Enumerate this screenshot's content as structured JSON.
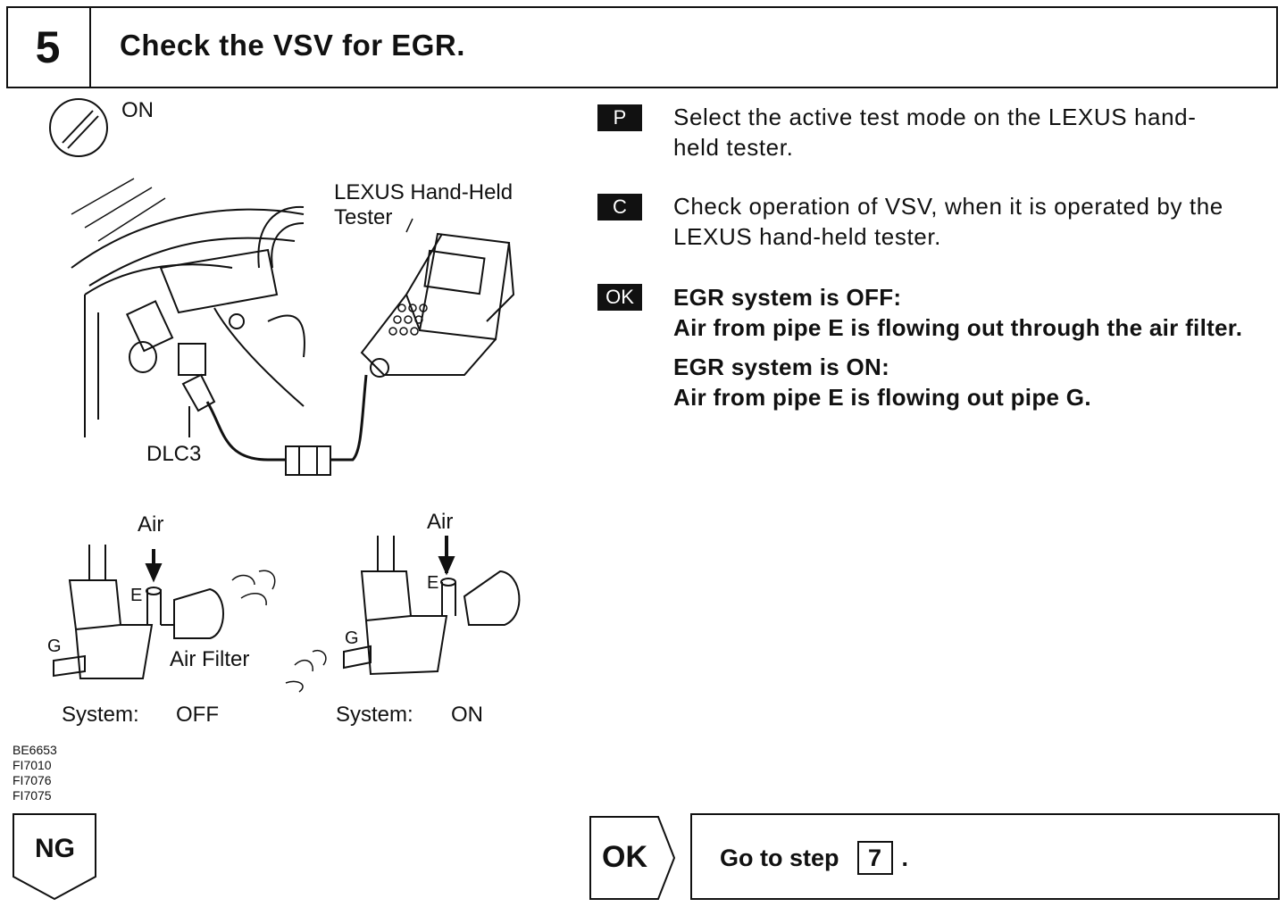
{
  "header": {
    "step_number": "5",
    "title": "Check the VSV for EGR."
  },
  "figure": {
    "ignition_label": "ON",
    "tester_label_line1": "LEXUS Hand-Held",
    "tester_label_line2": "Tester",
    "dlc_label": "DLC3",
    "air_label_left": "Air",
    "air_label_right": "Air",
    "port_e_left": "E",
    "port_e_right": "E",
    "port_g_left": "G",
    "port_g_right": "G",
    "air_filter_label": "Air Filter",
    "system_off_label": "System:",
    "system_off_value": "OFF",
    "system_on_label": "System:",
    "system_on_value": "ON"
  },
  "figure_codes": [
    "BE6653",
    "FI7010",
    "FI7076",
    "FI7075"
  ],
  "instructions": {
    "p_tag": "P",
    "p_line1": "Select the active test mode on the LEXUS hand-",
    "p_line2": "held tester.",
    "c_tag": "C",
    "c_line1": "Check operation of VSV, when it is operated by the",
    "c_line2": "LEXUS hand-held tester.",
    "ok_tag": "OK",
    "ok_line1": "EGR system is OFF:",
    "ok_line2": "Air from pipe E is flowing out through the air filter.",
    "ok_line3": "EGR system is ON:",
    "ok_line4": "Air from pipe E is flowing out pipe G."
  },
  "footer": {
    "ng_label": "NG",
    "ok_label": "OK",
    "go_to_text": "Go to step",
    "go_to_step": "7",
    "go_to_period": "."
  }
}
